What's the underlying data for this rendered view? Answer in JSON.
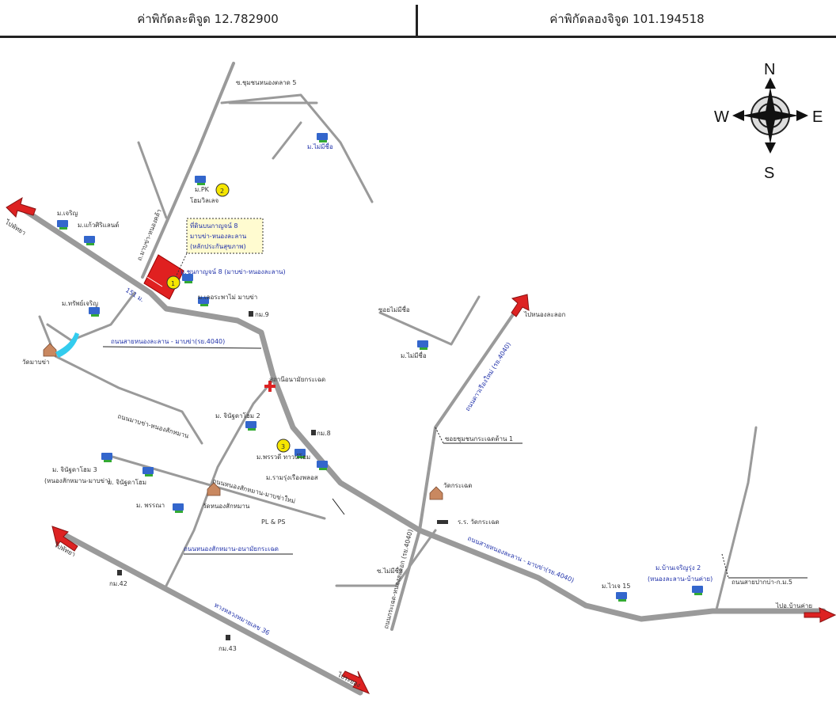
{
  "header": {
    "lat_label": "ค่าพิกัดละติจูด 12.782900",
    "lon_label": "ค่าพิกัดลองจิจูด 101.194518"
  },
  "compass": {
    "n": "N",
    "s": "S",
    "e": "E",
    "w": "W"
  },
  "map": {
    "road_color": "#9a9a9a",
    "arrow_color": "#dd2222",
    "site_color": "#e02020",
    "marker_color": "#f5e600",
    "labels": {
      "village_chumchon": "ซ.ชุมชนหนองตลาด 5",
      "village_maimichue_top": "ม.ไม่มีชื่อ",
      "village_pk": "ม.PK",
      "home_village": "โฮมวิลเลจ",
      "village_charoen": "ม.เจริญ",
      "village_kaew": "ม.แก้วศิริแลนด์",
      "road_pattaya": "ไปพัทยา",
      "callout_1": "ที่ดินบนกาญจน์ 8",
      "callout_2": "มาบข่า-หนองละลาน",
      "callout_3": "(หลักประกันสุขภาพ)",
      "site_name": "ม.ชนกาญจน์ 8 (มาบข่า-หนองละลาน)",
      "road_vertical": "ถ.มาบข่า-หนองคล้า",
      "km_label_151": "151 ม.",
      "village_laksana": "ม.เลอระพาไม่ มาบข่า",
      "km9": "กม.9",
      "village_sap": "ม.ทรัพย์เจริญ",
      "temple_makha": "วัดมาบข่า",
      "road_main_label": "ถนนสายหนองละลาน - มาบข่า(รย.4040)",
      "hospital": "สถานีอนามัยกระเฉด",
      "road_nong_saklam": "ถนนมาบข่า-หนองสักหมาน",
      "village_jin2": "ม. จินัฐดาโฮม 2",
      "km8": "กม.8",
      "village_prawet": "ม.พรรวดี ทาวน์โฮม",
      "village_rungruang": "ม.รามรุ่งเรืองพลอส",
      "village_jin3": "ม. จินัฐดาโฮม 3",
      "village_jin3_sub": "(หนองสักหมาน-มาบข่า)",
      "village_jin": "ม. จินัฐดาโฮม",
      "village_phrana": "ม. พรรณา",
      "temple_sakhnam": "วัดหนองสักหมาน",
      "road_sakhnam_mabya": "ถนนหนองสักหมาน-มาบข่าใหม่",
      "plps": "PL & PS",
      "road_sakhnam_health": "ถนนหนองสักหมาน-อนามัยกระเฉด",
      "road_pattaya2": "ไปพัทยา",
      "km42": "กม.42",
      "highway36": "ทางหลวงหมายเลข 36",
      "km43": "กม.43",
      "road_rayong": "ไประยอง",
      "road_nong_lalok": "ไปหนองละลอก",
      "soi_maimichue": "ซอยไม่มีชื่อ",
      "village_maimichue_mid": "ม.ไม่มีชื่อ",
      "road_mikeng": "ถนนดาวเรืองใหม่ (รย.4040)",
      "soi_chumchon": "ซอยชุมชนกระเฉดด้าน 1",
      "temple_krachet": "วัดกระเฉด",
      "school": "ร.ร. วัดกระเฉด",
      "road_main_east": "ถนนสายหนองละลาน - มาบข่า(รย.4040)",
      "soi_maimichue2": "ซ.ไม่มีชื่อ",
      "road_krachet_vertical": "ถนนกระเฉด-หนองละลอก (รย.4040)",
      "village_town15": "ม.ไวเจ 15",
      "village_banpha2": "ม.บ้านเจริญรุ่ง 2",
      "village_banpha2_sub": "(หนองละลาน-บ้านค่าย)",
      "road_ban_khai_kor": "ถนนสายปากบ่า-ก.ม.5",
      "road_ban_khai": "ไปอ.บ้านค่าย"
    }
  }
}
